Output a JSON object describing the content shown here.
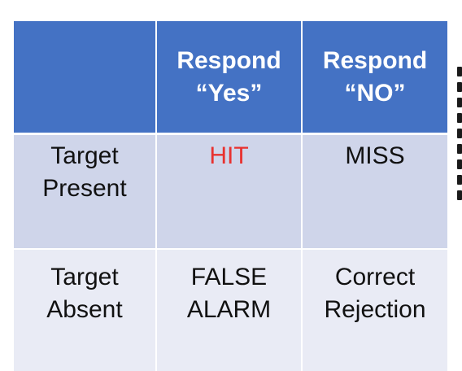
{
  "table": {
    "header": {
      "corner": "",
      "col_yes": [
        "Respond",
        "“Yes”"
      ],
      "col_no": [
        "Respond",
        "“NO”"
      ]
    },
    "rows": [
      {
        "label": [
          "Target",
          "Present"
        ],
        "yes": "HIT",
        "no": "MISS"
      },
      {
        "label": [
          "Target",
          "Absent"
        ],
        "yes": [
          "FALSE",
          "ALARM"
        ],
        "no": [
          "Correct",
          "Rejection"
        ]
      }
    ]
  },
  "colors": {
    "header_bg": "#4472c4",
    "row1_bg": "#cfd5ea",
    "row2_bg": "#e9ebf5",
    "hit_text": "#e8312f"
  }
}
